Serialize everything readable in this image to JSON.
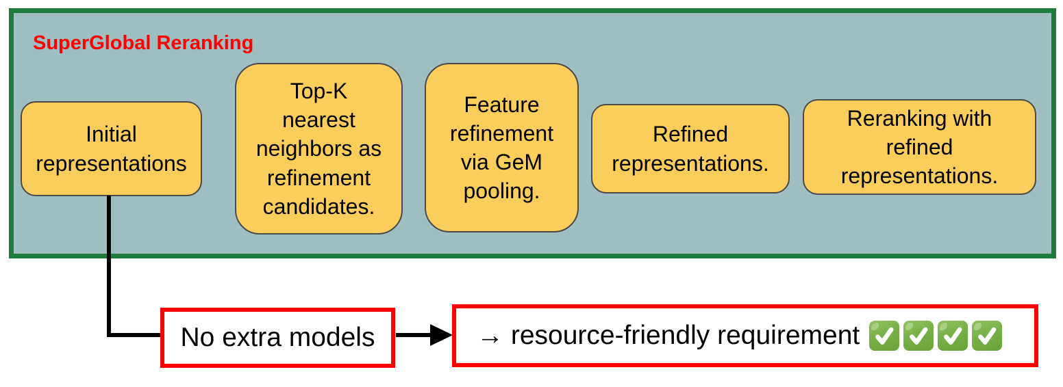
{
  "title": "SuperGlobal Reranking",
  "flow": {
    "steps": [
      {
        "label": "Initial\nrepresentations"
      },
      {
        "label": "Top-K\nnearest\nneighbors as\nrefinement\ncandidates."
      },
      {
        "label": "Feature\nrefinement\nvia GeM\npooling."
      },
      {
        "label": "Refined\nrepresentations."
      },
      {
        "label": "Reranking with\nrefined\nrepresentations."
      }
    ]
  },
  "callout": {
    "source_label": "No extra models",
    "result_label": "→ resource-friendly requirement",
    "checkmark_count": 4,
    "checkmark_icon": "check-mark-button"
  },
  "colors": {
    "panel_background": "#9EBEC1",
    "panel_border": "#1F7D3B",
    "step_background": "#FBCD5A",
    "step_border": "#4A4A4A",
    "title_text": "#FF0000",
    "callout_border": "#FF0000",
    "connector": "#000000",
    "checkmark_green": "#78B048"
  }
}
